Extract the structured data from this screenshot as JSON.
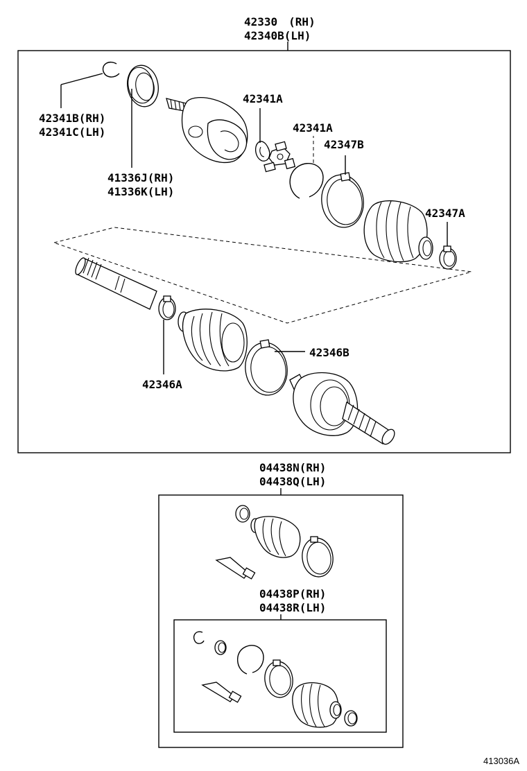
{
  "labels": {
    "assembly_rh": "42330　(RH)",
    "assembly_lh": "42340B(LH)",
    "snap_ring_rh": "42341B(RH)",
    "snap_ring_lh": "42341C(LH)",
    "dust_seal_rh": "41336J(RH)",
    "dust_seal_lh": "41336K(LH)",
    "inner_snap_ring_1": "42341A",
    "inner_snap_ring_2": "42341A",
    "inboard_clamp_large": "42347B",
    "inboard_clamp_small": "42347A",
    "outboard_clamp_small": "42346A",
    "outboard_clamp_large": "42346B",
    "boot_kit_rh": "04438N(RH)",
    "boot_kit_lh": "04438Q(LH)",
    "inner_boot_kit_rh": "04438P(RH)",
    "inner_boot_kit_lh": "04438R(LH)"
  },
  "figure_number": "413036A"
}
